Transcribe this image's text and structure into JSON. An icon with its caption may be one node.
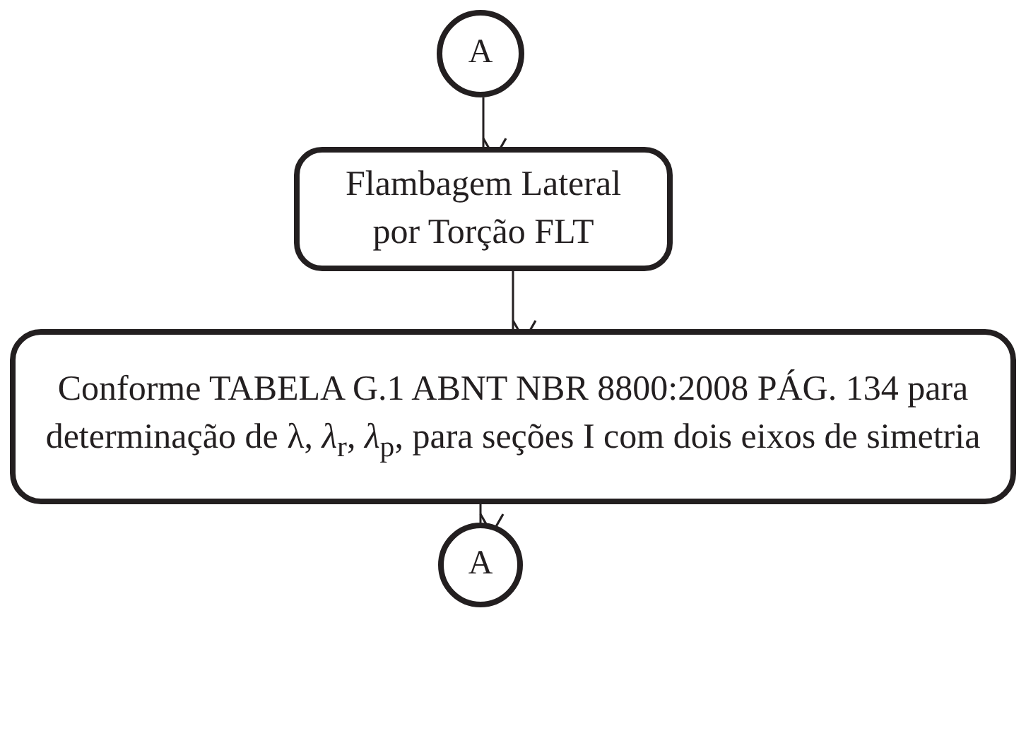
{
  "diagram": {
    "nodes": [
      {
        "text": [
          "A"
        ]
      },
      {
        "text": [
          "Flambagem Lateral por Torção FLT"
        ]
      },
      {
        "text": [
          "Conforme TABELA G.1 ABNT NBR 8800:2008 PÁG. 134 para determinação de λ, *λ*$_{r}$, *λ*$_{p}$, para seções I com dois eixos de simetria"
        ]
      },
      {
        "text": [
          "A"
        ]
      }
    ],
    "edges": [
      {
        "from": 0,
        "to": 1,
        "arrow": "to"
      },
      {
        "from": 1,
        "to": 2,
        "arrow": "to"
      },
      {
        "from": 2,
        "to": 3,
        "arrow": "to"
      }
    ]
  }
}
